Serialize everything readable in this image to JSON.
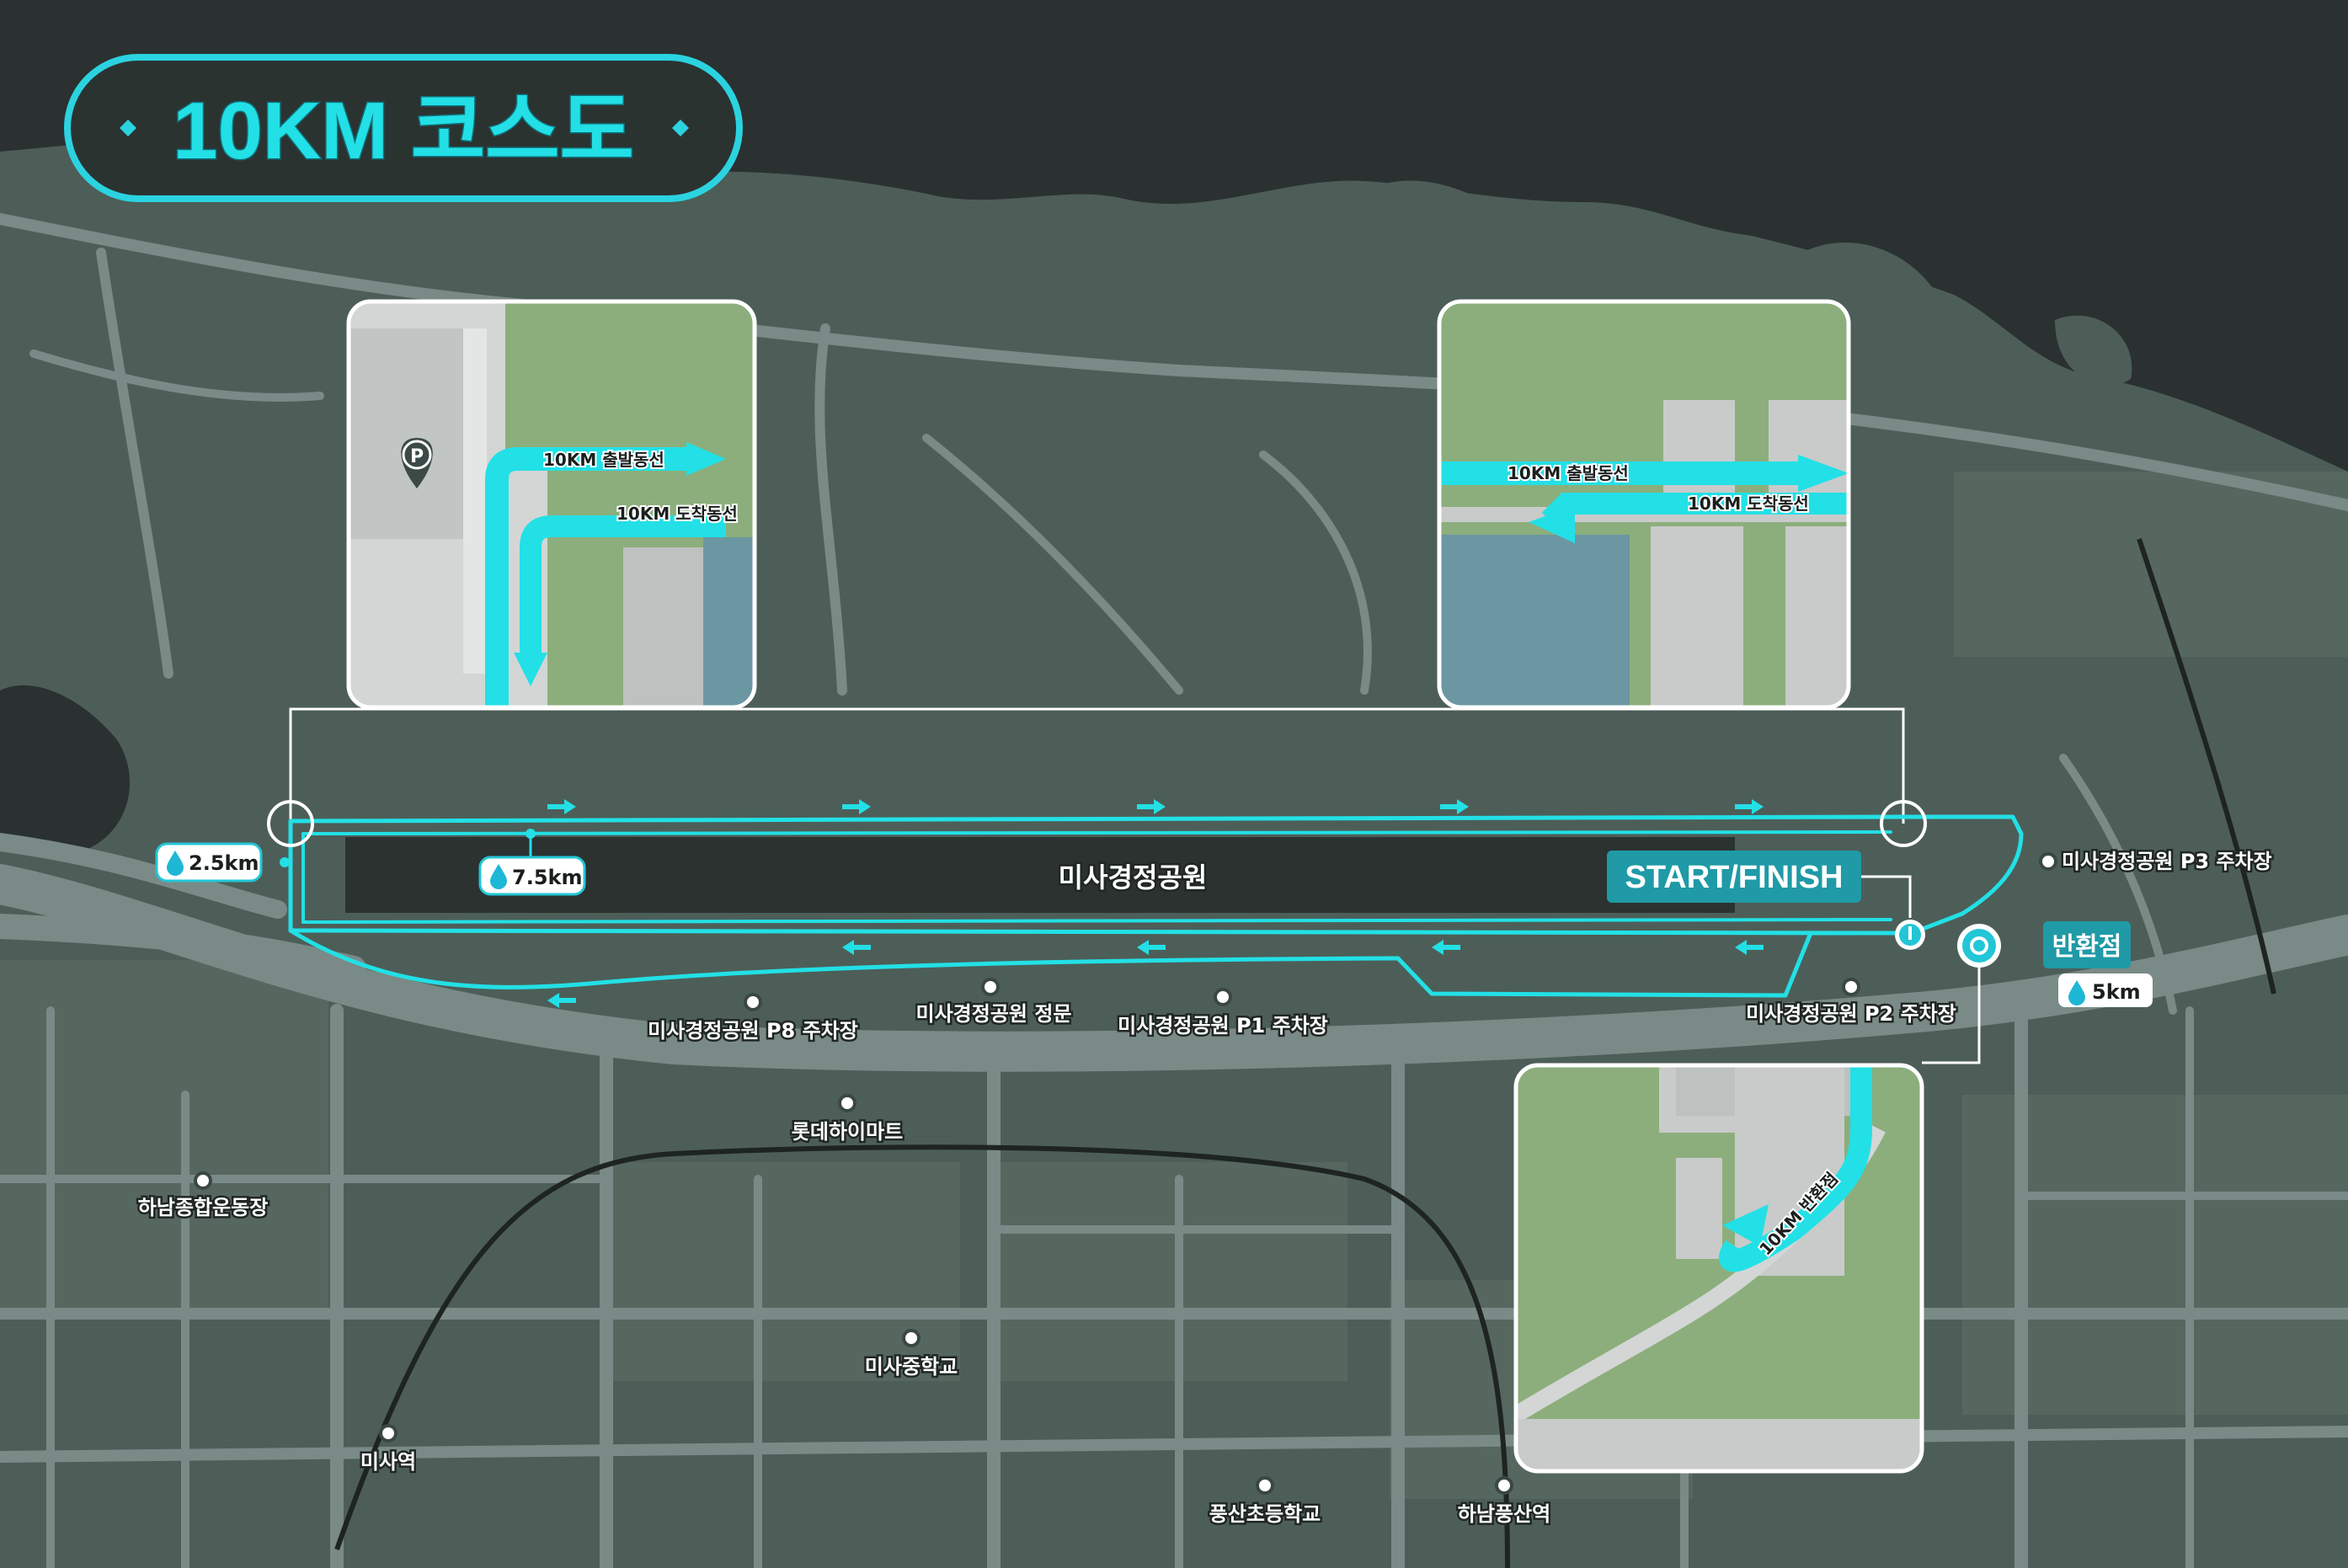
{
  "title": "10KM 코스도",
  "park_label": "미사경정공원",
  "start_finish": "START/FINISH",
  "turnaround": {
    "label": "반환점",
    "distance": "5km"
  },
  "water_stations": [
    {
      "id": "ws-2-5",
      "distance": "2.5km"
    },
    {
      "id": "ws-7-5",
      "distance": "7.5km"
    }
  ],
  "pois": [
    {
      "id": "p3",
      "label": "미사경정공원 P3 주차장"
    },
    {
      "id": "p2",
      "label": "미사경정공원 P2 주차장"
    },
    {
      "id": "p1",
      "label": "미사경정공원 P1 주차장"
    },
    {
      "id": "main-gate",
      "label": "미사경정공원 정문"
    },
    {
      "id": "p8",
      "label": "미사경정공원 P8 주차장"
    },
    {
      "id": "lotte",
      "label": "롯데하이마트"
    },
    {
      "id": "stadium",
      "label": "하남종합운동장"
    },
    {
      "id": "misa-middle",
      "label": "미사중학교"
    },
    {
      "id": "misa-station",
      "label": "미사역"
    },
    {
      "id": "pungsan-elem",
      "label": "풍산초등학교"
    },
    {
      "id": "pungsan-station",
      "label": "하남풍산역"
    }
  ],
  "insets": {
    "start_left": {
      "departure": "10KM 출발동선",
      "arrival": "10KM 도착동선"
    },
    "start_right": {
      "departure": "10KM 출발동선",
      "arrival": "10KM 도착동선"
    },
    "turnaround": {
      "label": "10KM 반환점"
    }
  },
  "icons": {
    "parking": "parking-pin-icon",
    "water": "water-drop-icon",
    "flag": "start-marker-icon",
    "turn": "turnaround-marker-icon"
  },
  "colors": {
    "route": "#22e0e6",
    "land": "#4d5e58",
    "water": "#2a3130",
    "road": "#7a8a86",
    "park": "#2b3230",
    "label_bg": "#1f9aa6",
    "title_border": "#2bd3e0"
  }
}
